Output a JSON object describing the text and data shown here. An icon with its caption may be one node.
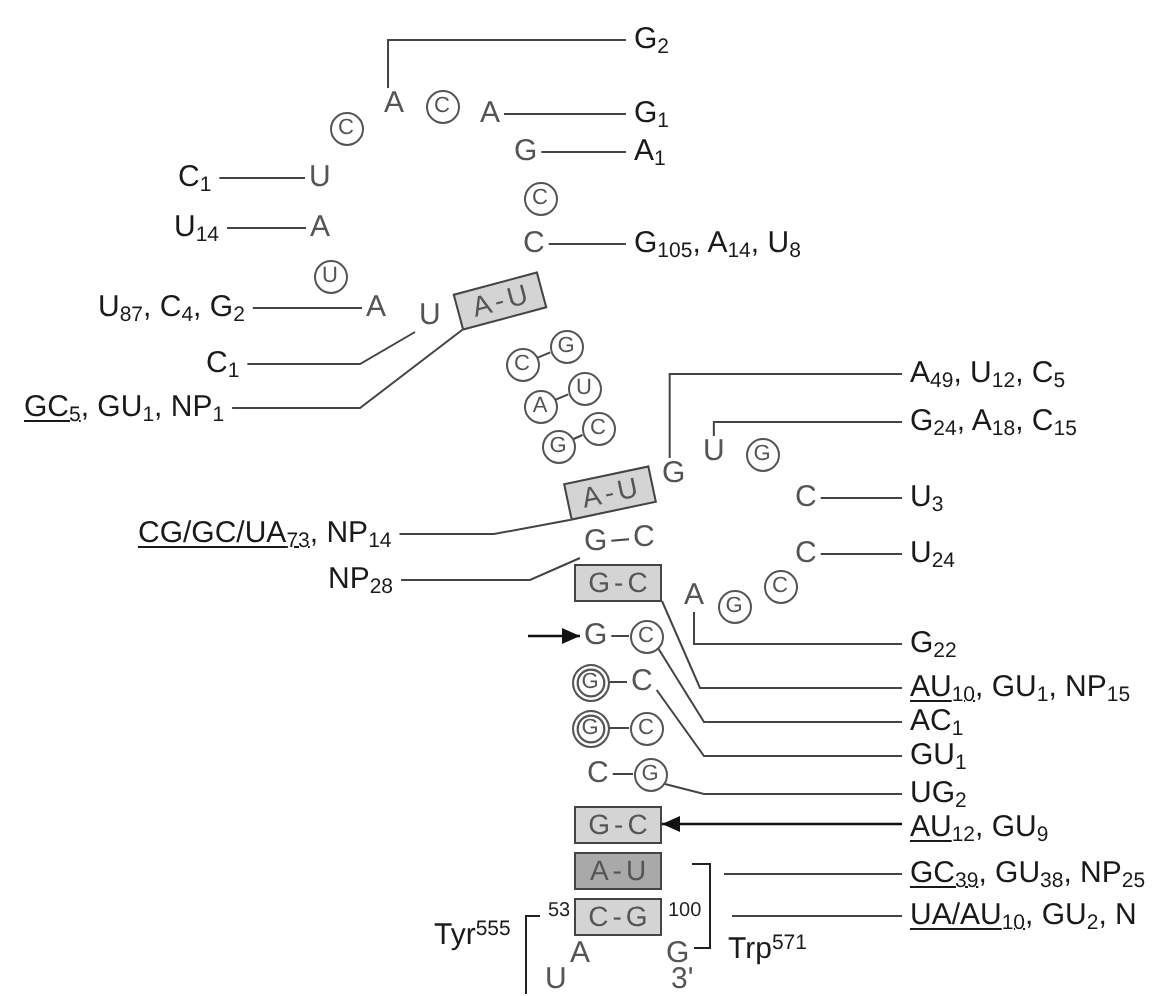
{
  "diagram": {
    "nodes": [
      {
        "text": [
          "G$_{2}$"
        ]
      },
      {
        "text": [
          "A"
        ]
      },
      {
        "text": [
          "C"
        ]
      },
      {
        "text": [
          "C"
        ]
      },
      {
        "text": [
          "A"
        ]
      },
      {
        "text": [
          "G$_{1}$"
        ]
      },
      {
        "text": [
          "G"
        ]
      },
      {
        "text": [
          "A$_{1}$"
        ]
      },
      {
        "text": [
          "C$_{1}$"
        ]
      },
      {
        "text": [
          "U"
        ]
      },
      {
        "text": [
          "C"
        ]
      },
      {
        "text": [
          "U$_{14}$"
        ]
      },
      {
        "text": [
          "A"
        ]
      },
      {
        "text": [
          "C"
        ]
      },
      {
        "text": [
          "G$_{105}$, A$_{14}$, U$_{8}$"
        ]
      },
      {
        "text": [
          "U"
        ]
      },
      {
        "text": [
          "U$_{87}$, C$_{4}$, G$_{2}$"
        ]
      },
      {
        "text": [
          "A"
        ]
      },
      {
        "text": [
          "U"
        ]
      },
      {
        "text": [
          "A-U"
        ]
      },
      {
        "text": [
          "C$_{1}$"
        ]
      },
      {
        "text": [
          "GC$_{5}$, GU$_{1}$, NP$_{1}$"
        ]
      },
      {
        "text": [
          "C"
        ]
      },
      {
        "text": [
          "G"
        ]
      },
      {
        "text": [
          "A"
        ]
      },
      {
        "text": [
          "U"
        ]
      },
      {
        "text": [
          "G"
        ]
      },
      {
        "text": [
          "C"
        ]
      },
      {
        "text": [
          "A$_{49}$, U$_{12}$, C$_{5}$"
        ]
      },
      {
        "text": [
          "G$_{24}$, A$_{18}$, C$_{15}$"
        ]
      },
      {
        "text": [
          "U"
        ]
      },
      {
        "text": [
          "G"
        ]
      },
      {
        "text": [
          "G"
        ]
      },
      {
        "text": [
          "A-U"
        ]
      },
      {
        "text": [
          "C"
        ]
      },
      {
        "text": [
          "U$_{3}$"
        ]
      },
      {
        "text": [
          "G"
        ]
      },
      {
        "text": [
          "C"
        ]
      },
      {
        "text": [
          "CG/GC/UA$_{73}$, NP$_{14}$"
        ]
      },
      {
        "text": [
          "C"
        ]
      },
      {
        "text": [
          "U$_{24}$"
        ]
      },
      {
        "text": [
          "G-C"
        ]
      },
      {
        "text": [
          "NP$_{28}$"
        ]
      },
      {
        "text": [
          "A"
        ]
      },
      {
        "text": [
          "G"
        ]
      },
      {
        "text": [
          "C"
        ]
      },
      {
        "text": [
          "G"
        ]
      },
      {
        "text": [
          "C"
        ]
      },
      {
        "text": [
          "G$_{22}$"
        ]
      },
      {
        "text": [
          "G"
        ]
      },
      {
        "text": [
          "C"
        ]
      },
      {
        "text": [
          "AU$_{10}$, GU$_{1}$, NP$_{15}$"
        ]
      },
      {
        "text": [
          "AC$_{1}$"
        ]
      },
      {
        "text": [
          "G"
        ]
      },
      {
        "text": [
          "C"
        ]
      },
      {
        "text": [
          "GU$_{1}$"
        ]
      },
      {
        "text": [
          "C"
        ]
      },
      {
        "text": [
          "G"
        ]
      },
      {
        "text": [
          "UG$_{2}$"
        ]
      },
      {
        "text": [
          "G-C"
        ]
      },
      {
        "text": [
          "AU$_{12}$, GU$_{9}$"
        ]
      },
      {
        "text": [
          "A-U"
        ]
      },
      {
        "text": [
          "GC$_{39}$, GU$_{38}$, NP$_{25}$"
        ]
      },
      {
        "text": [
          "C-G"
        ]
      },
      {
        "text": [
          "UA/AU$_{10}$, GU$_{2}$, N"
        ]
      }
    ],
    "edges": [
      {
        "from": 0,
        "to": 1,
        "arrow": "none"
      },
      {
        "from": 5,
        "to": 4,
        "arrow": "none"
      },
      {
        "from": 7,
        "to": 6,
        "arrow": "none"
      },
      {
        "from": 8,
        "to": 9,
        "arrow": "none"
      },
      {
        "from": 11,
        "to": 12,
        "arrow": "none"
      },
      {
        "from": 14,
        "to": 13,
        "arrow": "none"
      },
      {
        "from": 16,
        "to": 17,
        "arrow": "none"
      },
      {
        "from": 20,
        "to": 18,
        "arrow": "none"
      },
      {
        "from": 21,
        "to": 19,
        "arrow": "none"
      },
      {
        "from": 22,
        "to": 23,
        "arrow": "none"
      },
      {
        "from": 24,
        "to": 25,
        "arrow": "none"
      },
      {
        "from": 26,
        "to": 27,
        "arrow": "none"
      },
      {
        "from": 28,
        "to": 32,
        "arrow": "none"
      },
      {
        "from": 29,
        "to": 30,
        "arrow": "none"
      },
      {
        "from": 35,
        "to": 34,
        "arrow": "none"
      },
      {
        "from": 36,
        "to": 37,
        "arrow": "none"
      },
      {
        "from": 38,
        "to": 33,
        "arrow": "none"
      },
      {
        "from": 40,
        "to": 39,
        "arrow": "none"
      },
      {
        "from": 42,
        "to": 36,
        "arrow": "none"
      },
      {
        "from": null,
        "to": 46,
        "arrow": "to"
      },
      {
        "from": 46,
        "to": 47,
        "arrow": "none"
      },
      {
        "from": 48,
        "to": 43,
        "arrow": "none"
      },
      {
        "from": 51,
        "to": 41,
        "arrow": "none"
      },
      {
        "from": 52,
        "to": 47,
        "arrow": "none"
      },
      {
        "from": 49,
        "to": 50,
        "arrow": "none"
      },
      {
        "from": 55,
        "to": 50,
        "arrow": "none"
      },
      {
        "from": 53,
        "to": 54,
        "arrow": "none"
      },
      {
        "from": 56,
        "to": 57,
        "arrow": "none"
      },
      {
        "from": 58,
        "to": 57,
        "arrow": "none"
      },
      {
        "from": 60,
        "to": 59,
        "arrow": "to"
      },
      {
        "from": 62,
        "to": null,
        "arrow": "none"
      },
      {
        "from": 64,
        "to": null,
        "arrow": "none"
      }
    ],
    "labels": [
      "53",
      "100",
      "Tyr$^{555}$",
      "Trp$^{571}$",
      "A",
      "G",
      "U",
      "3'"
    ]
  }
}
